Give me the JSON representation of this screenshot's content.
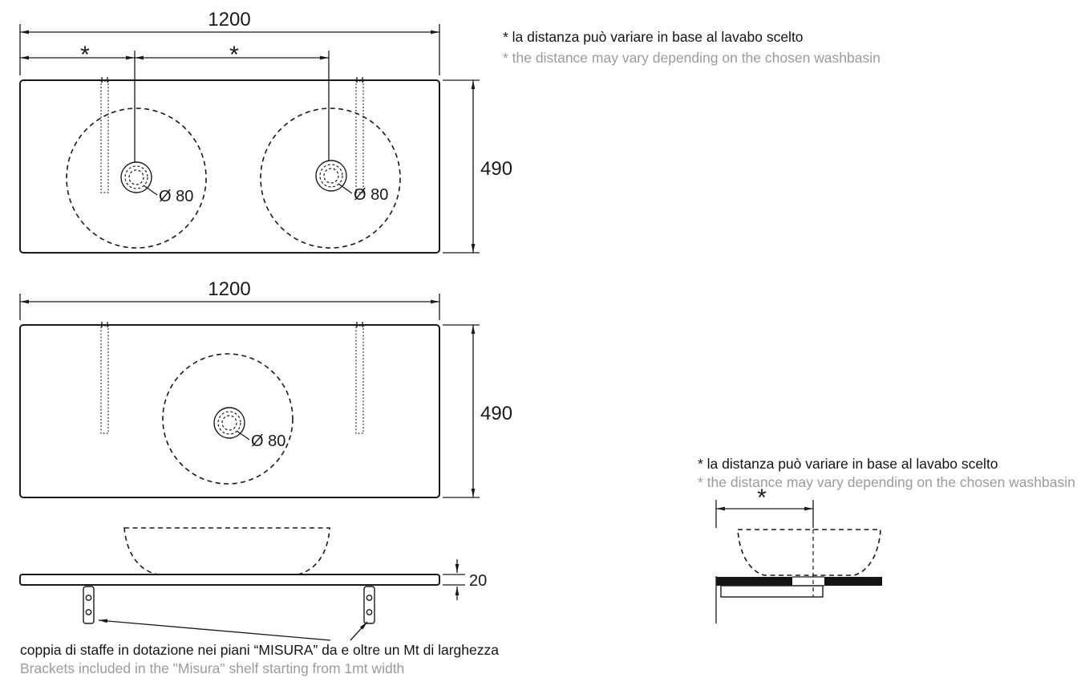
{
  "title": "Washbasin shelf technical drawing",
  "colors": {
    "line": "#1a1a1a",
    "muted_text": "#9b9b9b",
    "background": "#ffffff"
  },
  "notes": {
    "distance_it": "* la distanza può variare in base al lavabo scelto",
    "distance_en": "* the distance may vary depending on the chosen washbasin",
    "brackets_it": "coppia di staffe in dotazione nei piani “MISURA” da e oltre un Mt di larghezza",
    "brackets_en": "Brackets included in the \"Misura\" shelf starting from 1mt width"
  },
  "views": {
    "top_double": {
      "width": "1200",
      "depth": "490",
      "gap_left": "*",
      "gap_right": "*",
      "drain_left": "Ø 80",
      "drain_right": "Ø 80"
    },
    "top_single": {
      "width": "1200",
      "depth": "490",
      "drain": "Ø 80"
    },
    "side": {
      "thickness": "20"
    },
    "detail": {
      "gap": "*"
    }
  }
}
